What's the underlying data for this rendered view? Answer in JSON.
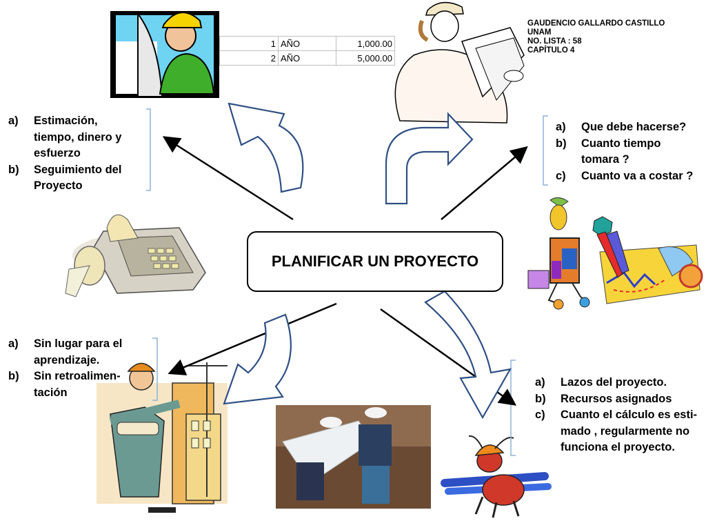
{
  "author": {
    "name": "GAUDENCIO GALLARDO CASTILLO",
    "institution": "UNAM",
    "list_number": "NO. LISTA : 58",
    "chapter": "CAPÍTULO 4"
  },
  "table": {
    "rows": [
      [
        "1",
        "AÑO",
        "1,000.00"
      ],
      [
        "2",
        "AÑO",
        "5,000.00"
      ]
    ]
  },
  "center": {
    "title": "PLANIFICAR UN PROYECTO"
  },
  "top_left_list": [
    {
      "letter": "a)",
      "text": "Estimación, tiempo, dinero y esfuerzo"
    },
    {
      "letter": "b)",
      "text": "Seguimiento del Proyecto"
    }
  ],
  "top_right_list": [
    {
      "letter": "a)",
      "text": "Que debe hacerse?"
    },
    {
      "letter": "b)",
      "text": "Cuanto tiempo tomara ?"
    },
    {
      "letter": "c)",
      "text": "Cuanto va a costar ?"
    }
  ],
  "bottom_left_list": [
    {
      "letter": "a)",
      "text": "Sin lugar para el aprendizaje."
    },
    {
      "letter": "b)",
      "text": "Sin retroalimen-tación"
    }
  ],
  "bottom_right_list": [
    {
      "letter": "a)",
      "text": "Lazos del proyecto."
    },
    {
      "letter": "b)",
      "text": "Recursos asignados"
    },
    {
      "letter": "c)",
      "text": "Cuanto el cálculo es esti-mado , regularmente no funciona el proyecto."
    }
  ],
  "icons": {
    "engineer_top_left": "engineer-with-plans-icon",
    "woman_engineer": "woman-engineer-with-blueprints-icon",
    "calculator": "adding-machine-icon",
    "colorful_worker": "abstract-worker-drawing-chart-icon",
    "architect": "architect-with-building-icon",
    "workers_photo": "construction-workers-photo",
    "ant_worker": "ant-carrying-pipes-icon"
  }
}
